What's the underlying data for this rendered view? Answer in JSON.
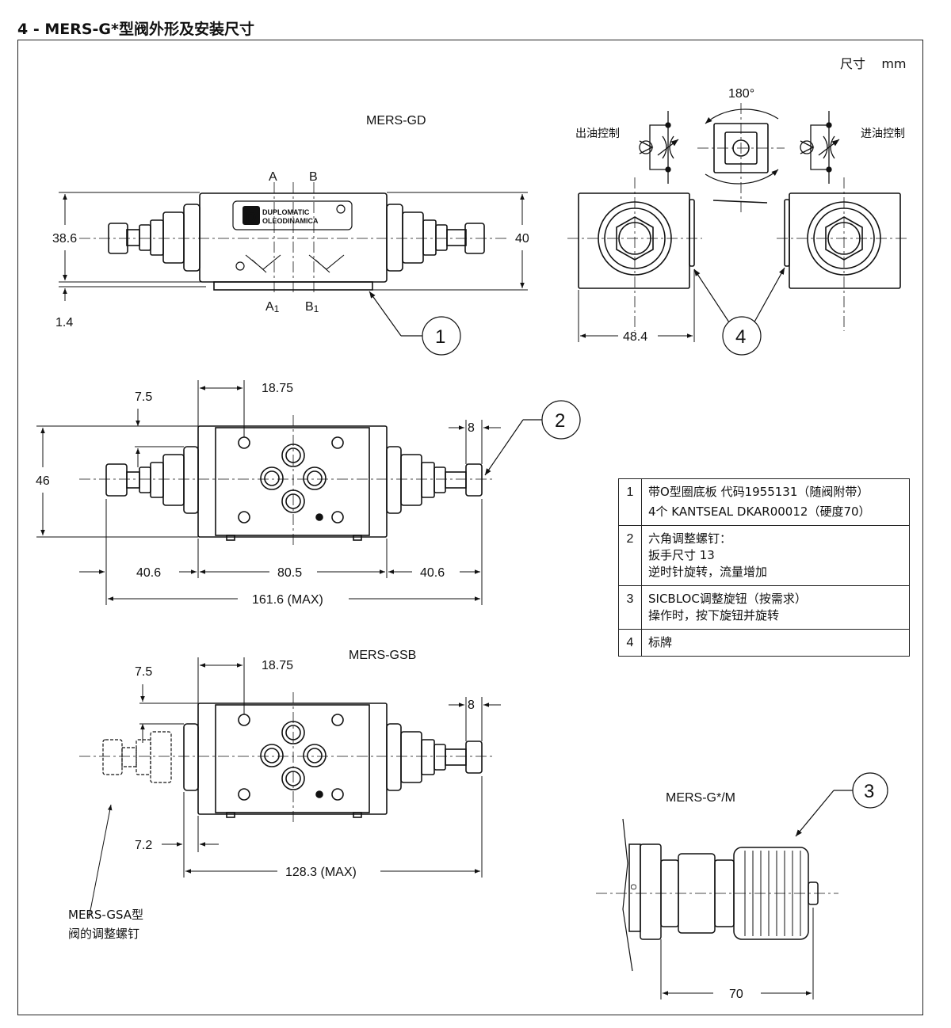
{
  "heading": "4 - MERS-G*型阀外形及安装尺寸",
  "units_note": "尺寸    mm",
  "views": {
    "gd_label": "MERS-GD",
    "gsb_label": "MERS-GSB",
    "gm_label": "MERS-G*/M",
    "gsa_note_line1": "MERS-GSA型",
    "gsa_note_line2": "阀的调整螺钉",
    "outlet_control": "出油控制",
    "inlet_control": "进油控制",
    "rotation": "180°",
    "port_a": "A",
    "port_b": "B",
    "port_a1": "A",
    "port_b1": "B",
    "sub1": "1",
    "brand_line1": "DUPLOMATIC",
    "brand_line2": "OLEODINAMICA"
  },
  "dimensions": {
    "d38_6": "38.6",
    "d40": "40",
    "d1_4": "1.4",
    "d48_4": "48.4",
    "d7_5": "7.5",
    "d18_75": "18.75",
    "d8": "8",
    "d46": "46",
    "d40_6": "40.6",
    "d80_5": "80.5",
    "d161_6": "161.6 (MAX)",
    "d7_2": "7.2",
    "d128_3": "128.3 (MAX)",
    "d70": "70"
  },
  "callouts": [
    "1",
    "2",
    "3",
    "4"
  ],
  "legend": [
    {
      "num": "1",
      "lines": [
        "带O型圈底板  代码1955131（随阀附带）",
        "4个 KANTSEAL DKAR00012（硬度70）"
      ]
    },
    {
      "num": "2",
      "lines": [
        "六角调整螺钉：",
        "扳手尺寸  13",
        "逆时针旋转，流量增加"
      ]
    },
    {
      "num": "3",
      "lines": [
        "SICBLOC调整旋钮（按需求）",
        "操作时，按下旋钮并旋转"
      ]
    },
    {
      "num": "4",
      "lines": [
        "标牌"
      ]
    }
  ]
}
